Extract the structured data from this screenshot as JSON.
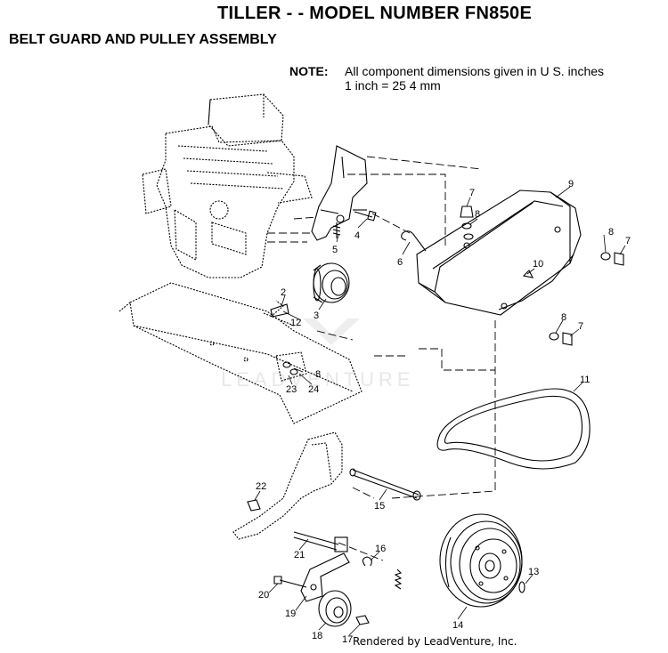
{
  "header": {
    "title": "TILLER - - MODEL NUMBER FN850E",
    "subtitle": "BELT GUARD AND PULLEY ASSEMBLY"
  },
  "note": {
    "label": "NOTE:",
    "line1": "All component dimensions given in U S. inches",
    "line2": "1 inch = 25 4 mm"
  },
  "watermark": "LEADVENTURE",
  "footer": {
    "credit": "Rendered by LeadVenture, Inc."
  },
  "callouts": [
    "7",
    "8",
    "9",
    "4",
    "5",
    "6",
    "10",
    "8",
    "7",
    "2",
    "3",
    "12",
    "8",
    "7",
    "8",
    "23",
    "24",
    "11",
    "22",
    "15",
    "16",
    "21",
    "13",
    "20",
    "19",
    "14",
    "18",
    "17"
  ]
}
